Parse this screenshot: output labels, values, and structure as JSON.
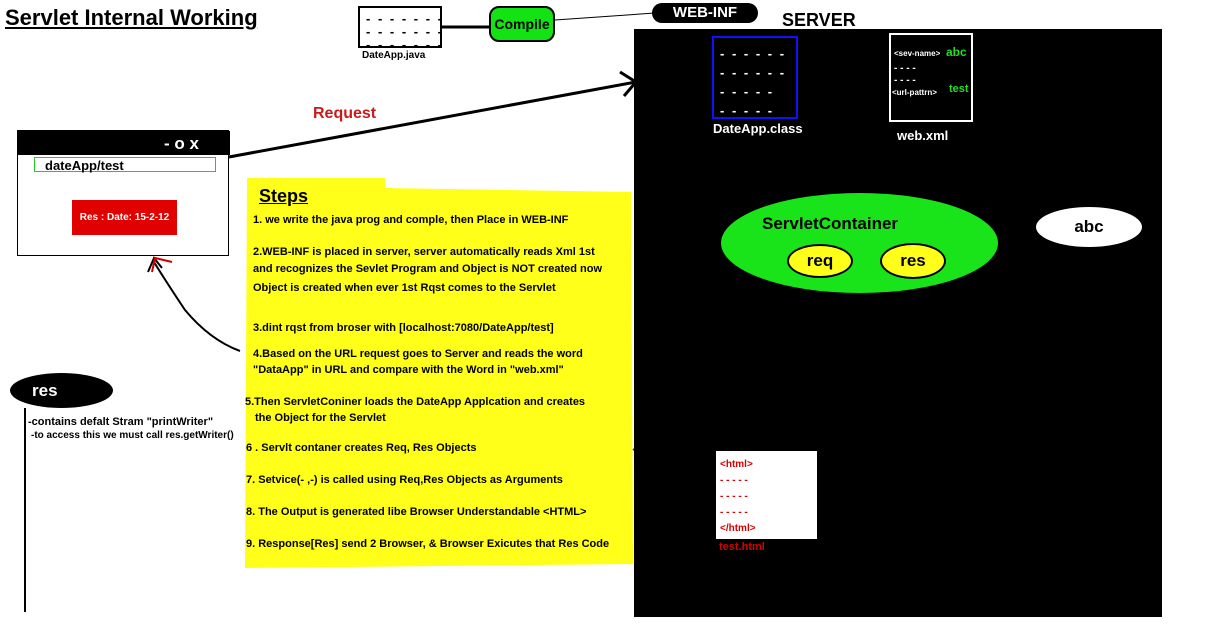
{
  "title": "Servlet Internal Working",
  "java_file": {
    "lines": "- - - - - - -\n- - - - - - -\n- - - - - - -",
    "label": "DateApp.java"
  },
  "compile_label": "Compile",
  "webinf_label": "WEB-INF",
  "server_label": "SERVER",
  "class_file": {
    "lines": "- - - - - -\n- - - - - -\n- - - - -\n- - - - -",
    "label": "DateApp.class"
  },
  "web_xml": {
    "servname_tag": "<sev-name>",
    "servname_value": "abc",
    "dashes1": "- - - -",
    "dashes2": "- - - -",
    "urlpattern_tag": "<url-pattrn>",
    "urlpattern_value": "test",
    "label": "web.xml"
  },
  "container_label": "ServletContainer",
  "req_label": "req",
  "res_label": "res",
  "abc_label": "abc",
  "html_file": {
    "lines": "<html>\n- - - - -\n- - - - -\n- - - - -\n</html>",
    "label": "test.html"
  },
  "browser": {
    "controls": "- o x",
    "url": "dateApp/test",
    "response": "Res : Date: 15-2-12"
  },
  "request_label": "Request",
  "steps_title": "Steps",
  "steps": [
    "1. we write the java prog and comple, then Place in WEB-INF",
    "2.WEB-INF is placed in server, server automatically reads Xml 1st",
    "and recognizes the Sevlet Program and Object is NOT created now",
    "Object is created when ever 1st Rqst comes to the Servlet",
    "3.dint rqst from broser with [localhost:7080/DateApp/test]",
    "4.Based on the URL request goes to Server and reads the word",
    "\"DataApp\" in URL and compare with the Word in \"web.xml\"",
    "5.Then ServletConiner loads the DateApp Applcation and creates",
    "the Object for the Servlet",
    "6 . Servlt contaner creates Req, Res Objects",
    "7. Setvice(- ,-) is called using Req,Res Objects as Arguments",
    "8. The Output is generated libe Browser Understandable <HTML>",
    "9. Response[Res] send 2 Browser, & Browser Exicutes that Res Code"
  ],
  "res_side": {
    "label": "res",
    "note1": "-contains defalt Stram \"printWriter\"",
    "note2": "-to access this we must call res.getWriter()"
  }
}
